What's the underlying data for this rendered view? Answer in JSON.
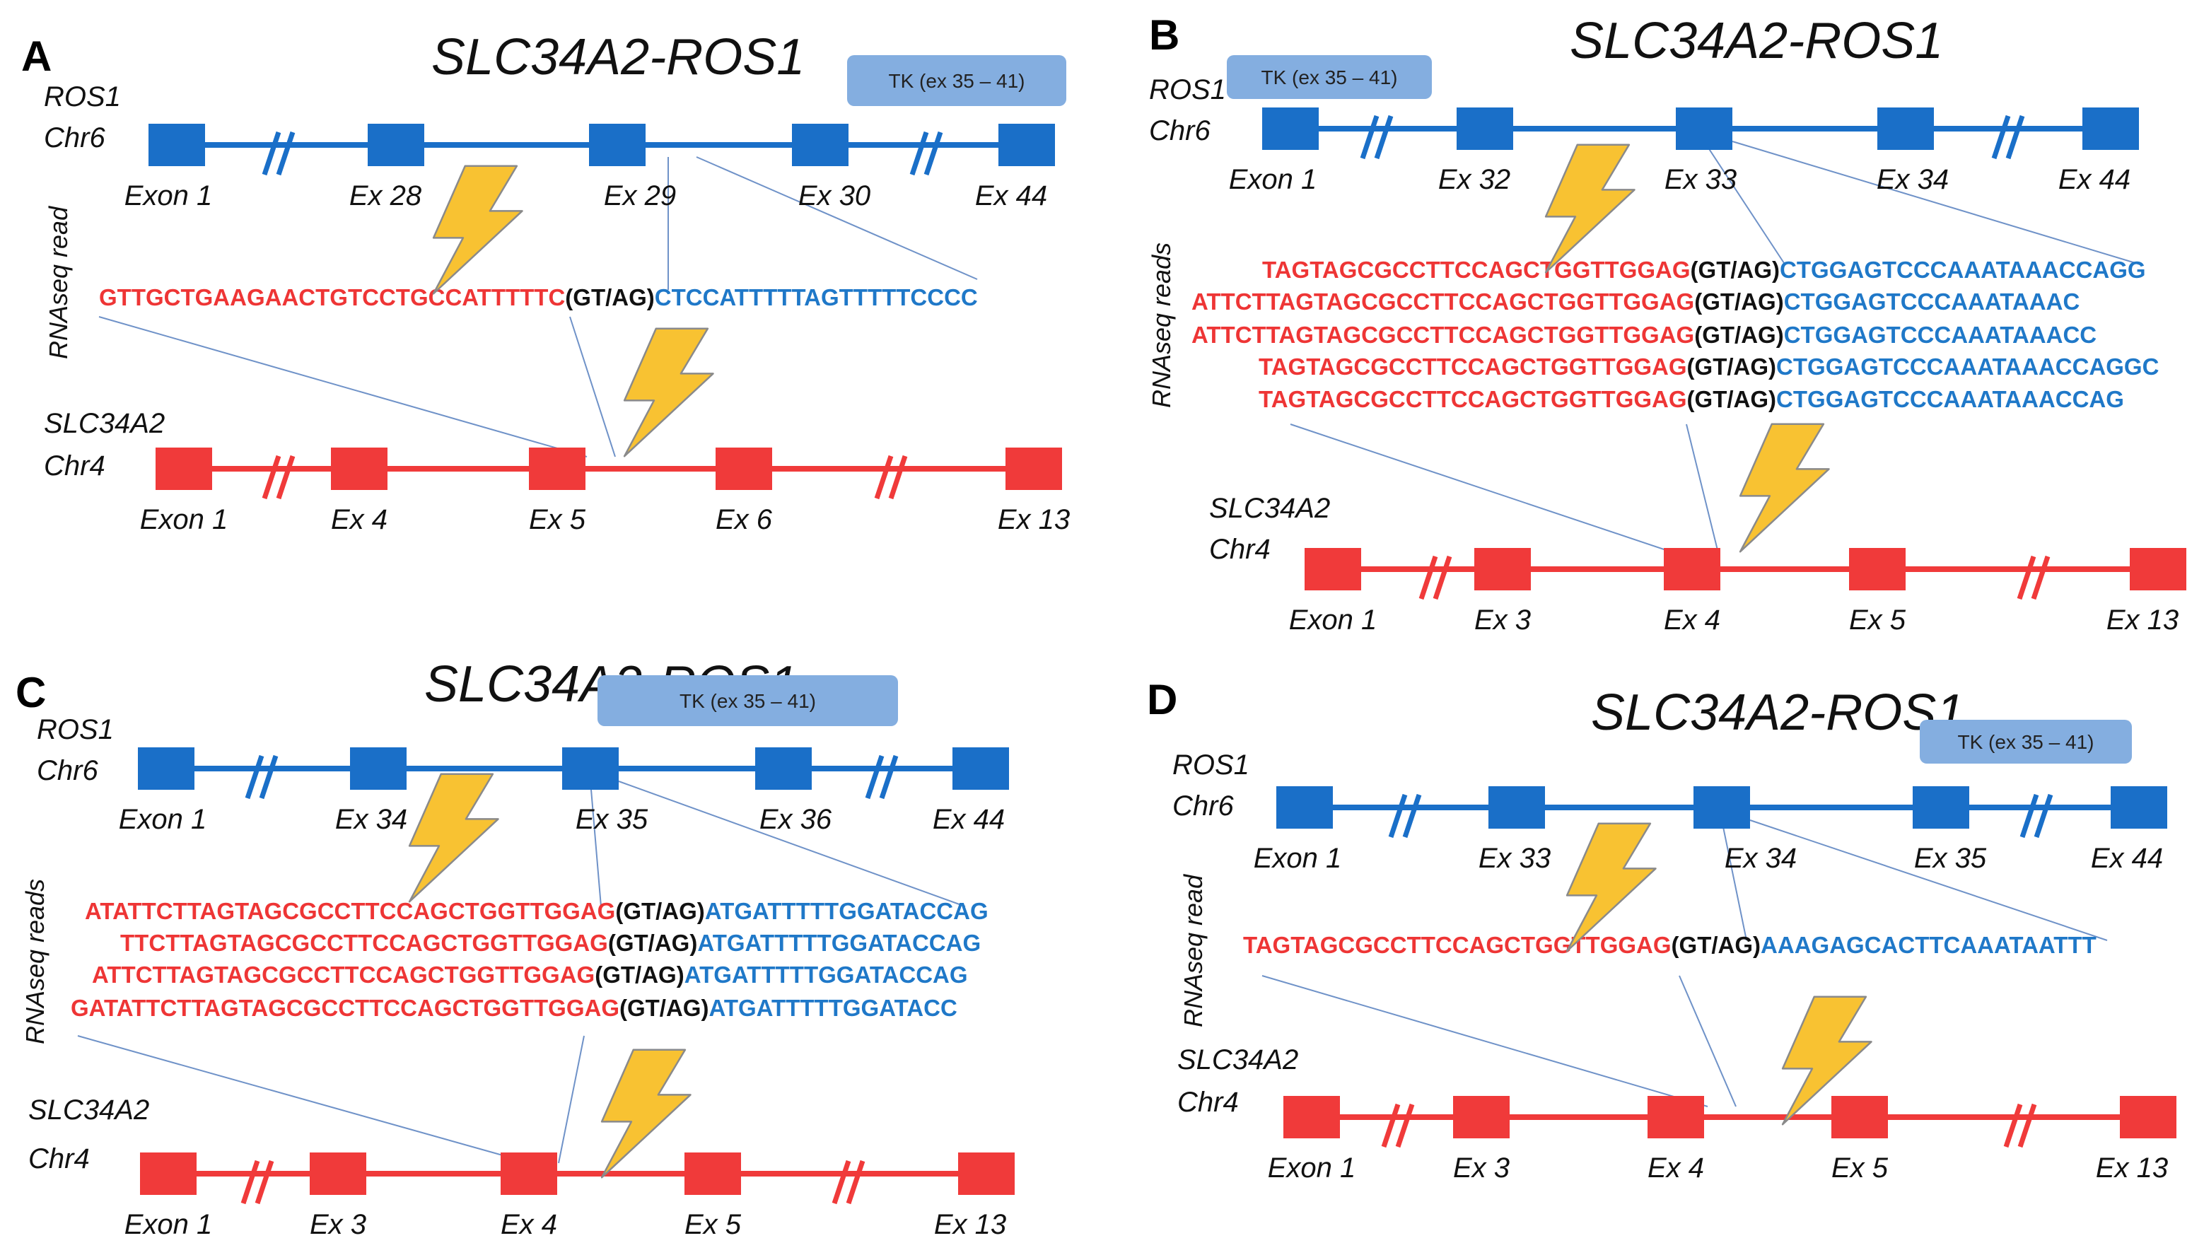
{
  "colors": {
    "ros1": "#1a6fc8",
    "slc34a2": "#f03a3a",
    "tk_box": "#84aee0",
    "bolt_fill": "#f8c232",
    "bolt_stroke": "#8a8a8a",
    "link_line": "#6f92c8",
    "seq_red": "#ee3535",
    "seq_black": "#111111",
    "seq_blue": "#1f78c8"
  },
  "panels": [
    {
      "letter": "A",
      "title": "SLC34A2-ROS1",
      "tk_label": "TK (ex 35 – 41)",
      "ros1_label": [
        "ROS1",
        "Chr6"
      ],
      "ros1_exons": [
        "Exon 1",
        "Ex 28",
        "Ex 29",
        "Ex 30",
        "Ex 44"
      ],
      "rna_label": "RNAseq read",
      "reads": [
        {
          "left": "GTTGCTGAAGAACTGTCCTGCCATTTTTC",
          "junction": "(GT/AG)",
          "right": "CTCCATTTTTAGTTTTTCCCC"
        }
      ],
      "slc_label": [
        "SLC34A2",
        "Chr4"
      ],
      "slc_exons": [
        "Exon 1",
        "Ex 4",
        "Ex 5",
        "Ex 6",
        "Ex 13"
      ]
    },
    {
      "letter": "B",
      "title": "SLC34A2-ROS1",
      "tk_label": "TK (ex 35 – 41)",
      "ros1_label": [
        "ROS1",
        "Chr6"
      ],
      "ros1_exons": [
        "Exon 1",
        "Ex 32",
        "Ex 33",
        "Ex 34",
        "Ex 44"
      ],
      "rna_label": "RNAseq reads",
      "reads": [
        {
          "left": "TAGTAGCGCCTTCCAGCTGGTTGGAG",
          "junction": "(GT/AG)",
          "right": "CTGGAGTCCCAAATAAACCAGG"
        },
        {
          "left": "ATTCTTAGTAGCGCCTTCCAGCTGGTTGGAG",
          "junction": "(GT/AG)",
          "right": "CTGGAGTCCCAAATAAAC"
        },
        {
          "left": "ATTCTTAGTAGCGCCTTCCAGCTGGTTGGAG",
          "junction": "(GT/AG)",
          "right": "CTGGAGTCCCAAATAAACC"
        },
        {
          "left": "TAGTAGCGCCTTCCAGCTGGTTGGAG",
          "junction": "(GT/AG)",
          "right": "CTGGAGTCCCAAATAAACCAGGC"
        },
        {
          "left": "TAGTAGCGCCTTCCAGCTGGTTGGAG",
          "junction": "(GT/AG)",
          "right": "CTGGAGTCCCAAATAAACCAG"
        }
      ],
      "slc_label": [
        "SLC34A2",
        "Chr4"
      ],
      "slc_exons": [
        "Exon 1",
        "Ex 3",
        "Ex 4",
        "Ex 5",
        "Ex 13"
      ]
    },
    {
      "letter": "C",
      "title": "SLC34A2-ROS1",
      "tk_label": "TK (ex 35 – 41)",
      "ros1_label": [
        "ROS1",
        "Chr6"
      ],
      "ros1_exons": [
        "Exon 1",
        "Ex 34",
        "Ex 35",
        "Ex 36",
        "Ex 44"
      ],
      "rna_label": "RNAseq reads",
      "reads": [
        {
          "left": "ATATTCTTAGTAGCGCCTTCCAGCTGGTTGGAG",
          "junction": "(GT/AG)",
          "right": "ATGATTTTTGGATACCAG"
        },
        {
          "left": "TTCTTAGTAGCGCCTTCCAGCTGGTTGGAG",
          "junction": "(GT/AG)",
          "right": "ATGATTTTTGGATACCAG"
        },
        {
          "left": "ATTCTTAGTAGCGCCTTCCAGCTGGTTGGAG",
          "junction": "(GT/AG)",
          "right": "ATGATTTTTGGATACCAG"
        },
        {
          "left": "GATATTCTTAGTAGCGCCTTCCAGCTGGTTGGAG",
          "junction": "(GT/AG)",
          "right": "ATGATTTTTGGATACC"
        }
      ],
      "slc_label": [
        "SLC34A2",
        "Chr4"
      ],
      "slc_exons": [
        "Exon 1",
        "Ex 3",
        "Ex 4",
        "Ex 5",
        "Ex 13"
      ]
    },
    {
      "letter": "D",
      "title": "SLC34A2-ROS1",
      "tk_label": "TK (ex 35 – 41)",
      "ros1_label": [
        "ROS1",
        "Chr6"
      ],
      "ros1_exons": [
        "Exon 1",
        "Ex 33",
        "Ex 34",
        "Ex 35",
        "Ex 44"
      ],
      "rna_label": "RNAseq read",
      "reads": [
        {
          "left": "TAGTAGCGCCTTCCAGCTGGTTGGAG",
          "junction": "(GT/AG)",
          "right": "AAAGAGCACTTCAAATAATTT"
        }
      ],
      "slc_label": [
        "SLC34A2",
        "Chr4"
      ],
      "slc_exons": [
        "Exon 1",
        "Ex 3",
        "Ex 4",
        "Ex 5",
        "Ex 13"
      ]
    }
  ]
}
